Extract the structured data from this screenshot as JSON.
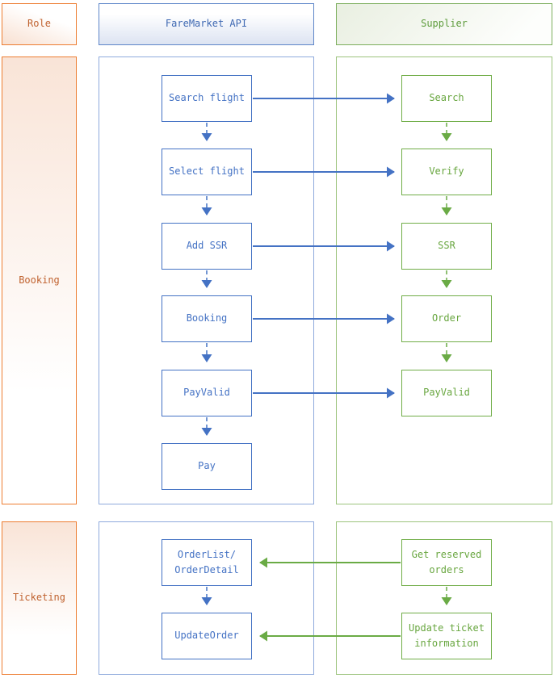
{
  "headers": {
    "role": "Role",
    "api": "FareMarket API",
    "supplier": "Supplier"
  },
  "booking": {
    "role_label": "Booking",
    "api_nodes": [
      {
        "label": "Search flight"
      },
      {
        "label": "Select flight"
      },
      {
        "label": "Add SSR"
      },
      {
        "label": "Booking"
      },
      {
        "label": "PayValid"
      },
      {
        "label": "Pay"
      }
    ],
    "supplier_nodes": [
      {
        "label": "Search"
      },
      {
        "label": "Verify"
      },
      {
        "label": "SSR"
      },
      {
        "label": "Order"
      },
      {
        "label": "PayValid"
      }
    ]
  },
  "ticketing": {
    "role_label": "Ticketing",
    "api_nodes": [
      {
        "label": "OrderList/\nOrderDetail"
      },
      {
        "label": "UpdateOrder"
      }
    ],
    "supplier_nodes": [
      {
        "label": "Get reserved\norders"
      },
      {
        "label": "Update ticket\ninformation"
      }
    ]
  },
  "flows": [
    {
      "from": "Search flight",
      "to": "Search",
      "direction": "api-to-supplier",
      "style": "solid"
    },
    {
      "from": "Select flight",
      "to": "Verify",
      "direction": "api-to-supplier",
      "style": "solid"
    },
    {
      "from": "Add SSR",
      "to": "SSR",
      "direction": "api-to-supplier",
      "style": "solid"
    },
    {
      "from": "Booking",
      "to": "Order",
      "direction": "api-to-supplier",
      "style": "solid"
    },
    {
      "from": "PayValid",
      "to": "PayValid",
      "direction": "api-to-supplier",
      "style": "solid"
    },
    {
      "from": "Get reserved orders",
      "to": "OrderList/OrderDetail",
      "direction": "supplier-to-api",
      "style": "solid"
    },
    {
      "from": "Update ticket information",
      "to": "UpdateOrder",
      "direction": "supplier-to-api",
      "style": "solid"
    }
  ],
  "colors": {
    "orange_border": "#ED7D31",
    "orange_text": "#C0622F",
    "blue_border": "#4472C4",
    "blue_container_border": "#8FAADC",
    "blue_text": "#4472C4",
    "green_border": "#70AD47",
    "green_container_border": "#9CC37D",
    "green_text": "#68A63F"
  }
}
